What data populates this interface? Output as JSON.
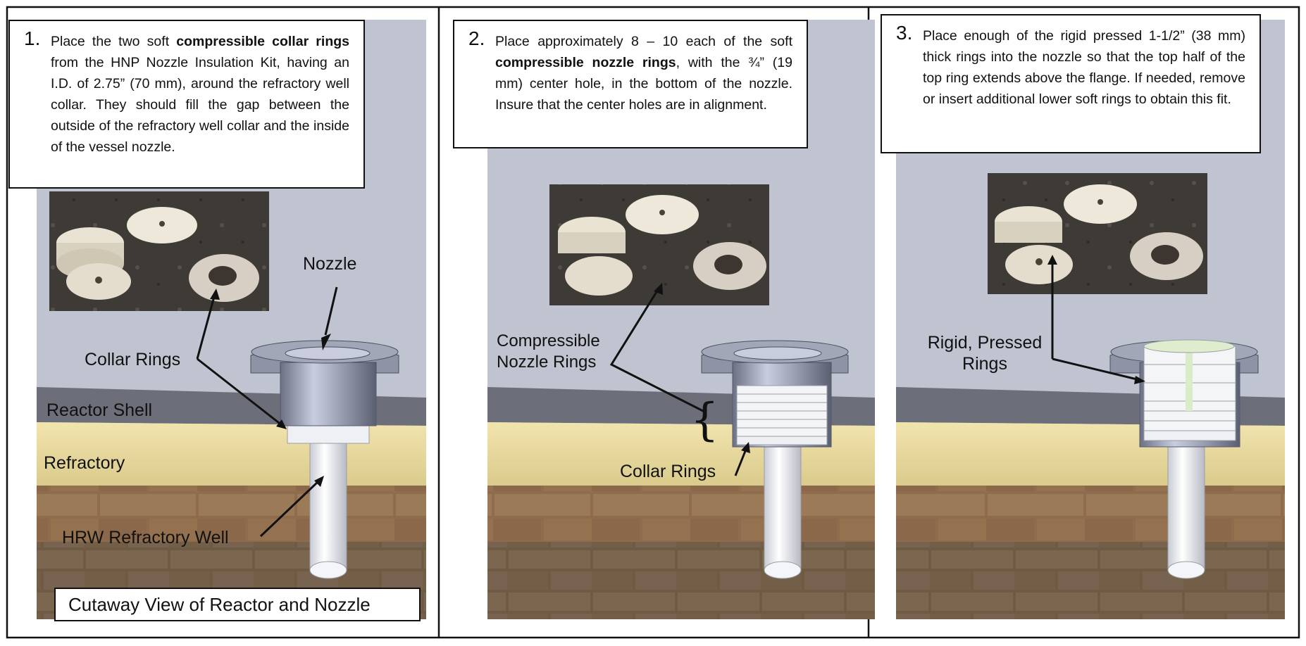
{
  "colors": {
    "background": "#c0c4d0",
    "refractory": "#e7d9a0",
    "brick": "#8c6a4c",
    "steel": "#8e94a6",
    "frame": "#111111"
  },
  "panels": [
    {
      "number": "1.",
      "text_parts": [
        {
          "t": "Place the two soft ",
          "bold": false
        },
        {
          "t": "compressible collar rings",
          "bold": true
        },
        {
          "t": " from the HNP Nozzle Insulation Kit, having an I.D. of 2.75” (70 mm), around the refractory well collar. They should fill the gap between the outside of the refractory well collar and the inside of the vessel nozzle.",
          "bold": false
        }
      ],
      "labels": {
        "nozzle": "Nozzle",
        "collar_rings": "Collar Rings",
        "reactor_shell": "Reactor Shell",
        "refractory": "Refractory",
        "hrw_well": "HRW Refractory Well"
      },
      "caption": "Cutaway View of Reactor and Nozzle"
    },
    {
      "number": "2.",
      "text_parts": [
        {
          "t": "Place approximately 8 – 10 each of the soft ",
          "bold": false
        },
        {
          "t": "compressible nozzle rings",
          "bold": true
        },
        {
          "t": ", with the ¾” (19 mm) center hole, in the bottom of the nozzle. Insure that the center holes are in alignment.",
          "bold": false
        }
      ],
      "labels": {
        "compressible_nozzle_rings": "Compressible Nozzle Rings",
        "collar_rings": "Collar Rings"
      }
    },
    {
      "number": "3.",
      "text_parts": [
        {
          "t": "Place enough of the rigid pressed 1-1/2” (38 mm) thick rings into the nozzle so that the top half of the top ring extends above the flange. If needed, remove or insert additional lower soft rings to obtain this fit.",
          "bold": false
        }
      ],
      "labels": {
        "rigid_pressed_rings": "Rigid, Pressed Rings"
      }
    }
  ]
}
